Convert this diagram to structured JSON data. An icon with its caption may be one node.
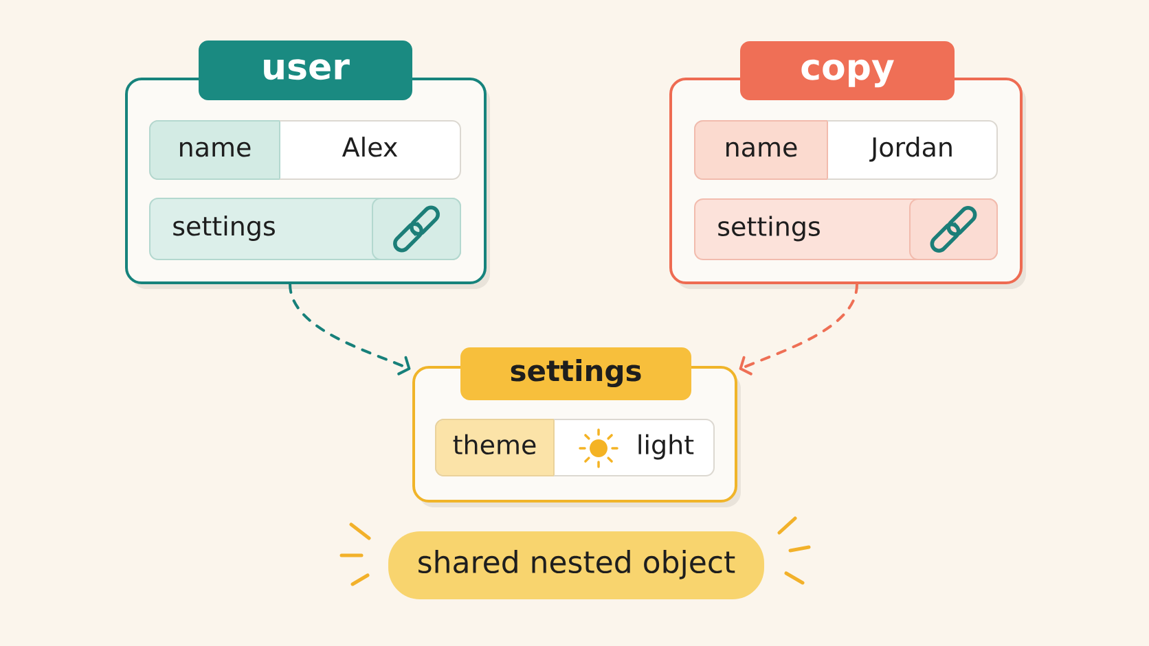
{
  "diagram": {
    "nodes": [
      {
        "text": [
          "user"
        ]
      },
      {
        "text": [
          "name",
          "Alex"
        ],
        "in": 0
      },
      {
        "text": [
          "settings"
        ],
        "in": 0
      },
      {
        "text": [
          "copy"
        ]
      },
      {
        "text": [
          "name",
          "Jordan"
        ],
        "in": 3
      },
      {
        "text": [
          "settings"
        ],
        "in": 3
      },
      {
        "text": [
          "settings"
        ]
      },
      {
        "text": [
          "theme",
          "light"
        ],
        "in": 6
      },
      {
        "text": [
          "shared nested object"
        ]
      }
    ],
    "edges": [
      {
        "from": 0,
        "to": 6,
        "arrow": "to",
        "style": "dashed",
        "color": "#17807a"
      },
      {
        "from": 3,
        "to": 6,
        "arrow": "to",
        "style": "dashed",
        "color": "#ee6f55"
      }
    ]
  }
}
